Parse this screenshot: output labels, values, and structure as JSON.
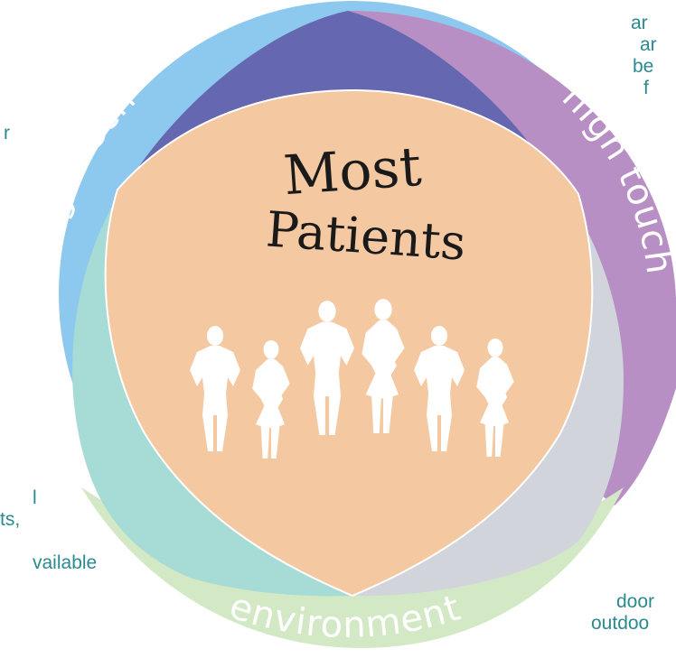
{
  "center": {
    "line1": "Most",
    "line2": "Patients"
  },
  "circles": {
    "high_tech": {
      "label": "high tech",
      "color": "#8dc8ee"
    },
    "high_touch": {
      "label": "high touch",
      "color": "#b88fc4"
    },
    "environment": {
      "label": "environment",
      "color": "#d3e9c6"
    },
    "center": {
      "color": "#f4c8a0"
    },
    "tech_touch_overlap": "#6667b1",
    "tech_env_overlap": "#a7dbd6",
    "touch_env_overlap": "#d1d5db"
  },
  "side_text": {
    "top_right": [
      "ar",
      "ar",
      "be",
      "f"
    ],
    "left_upper": "r",
    "bottom_left": [
      "l",
      "ts,",
      "",
      "vailable"
    ],
    "bottom_right": [
      "door",
      "outdoo"
    ]
  },
  "text_color": "#2a8a8f",
  "people_count": 6
}
